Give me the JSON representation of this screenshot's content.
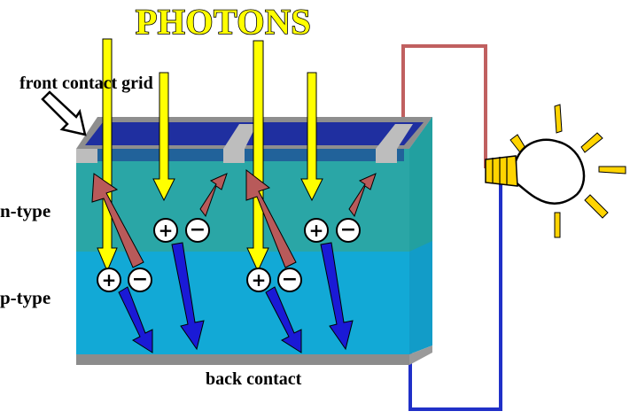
{
  "title": "PHOTONS",
  "labels": {
    "front_contact": "front contact grid",
    "n_type": "n-type",
    "p_type": "p-type",
    "back_contact": "back contact"
  },
  "charges": {
    "positive": "+",
    "negative": "−"
  },
  "colors": {
    "photon": "#ffff00",
    "electron_arrow": "#1a1ad6",
    "hole_arrow": "#b85a5a",
    "n_layer": "#2aa6a6",
    "p_layer": "#12a9d6",
    "top_dark": "#1f2fa0",
    "contact": "#9a9a9a",
    "wire_positive": "#c06060",
    "wire_negative": "#2030c8",
    "bulb_glass": "#ffffff",
    "bulb_base": "#ffd400"
  },
  "icons": [
    "arrow-pointer-icon",
    "light-bulb-icon"
  ]
}
